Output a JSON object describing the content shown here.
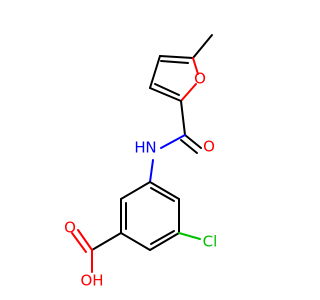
{
  "molecule": {
    "atoms": {
      "furan_o": "O",
      "amide_o": "O",
      "amine_h": "H",
      "amine_n": "N",
      "chloro": "Cl",
      "carboxyl_o": "O",
      "hydroxyl": "OH"
    },
    "colors": {
      "oxygen": "#ff0000",
      "nitrogen": "#0000ff",
      "chlorine": "#00c000",
      "carbon": "#000000"
    }
  }
}
